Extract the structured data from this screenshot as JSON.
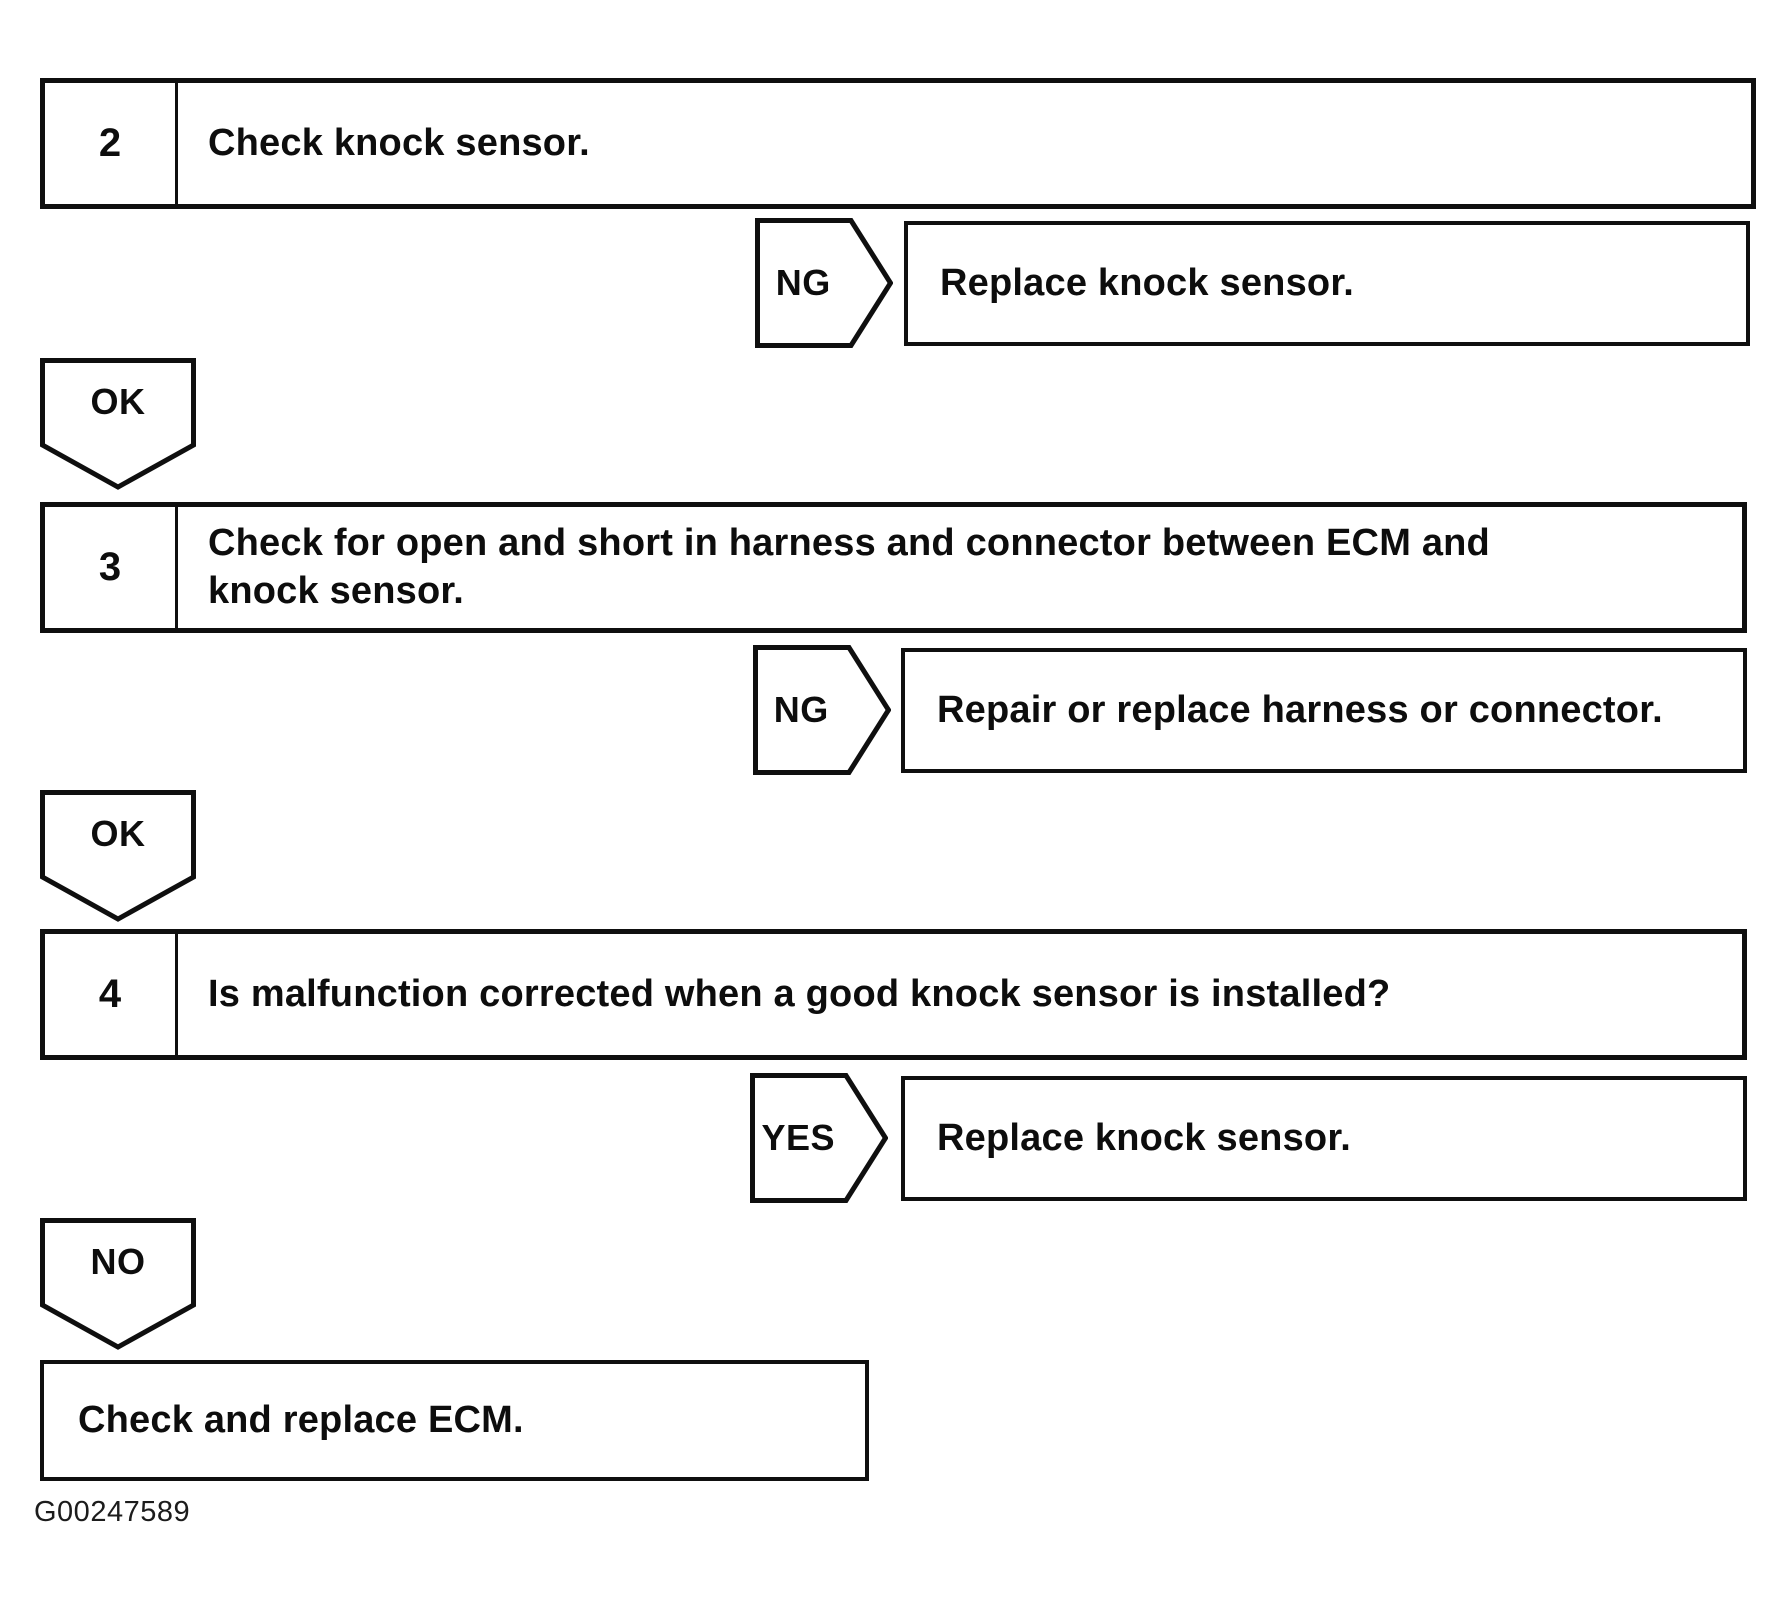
{
  "flow": {
    "steps": [
      {
        "number": "2",
        "text": "Check knock sensor."
      },
      {
        "number": "3",
        "text": "Check for open and short in harness and connector between ECM and knock sensor."
      },
      {
        "number": "4",
        "text": "Is malfunction corrected when a good knock sensor is installed?"
      }
    ],
    "branches": [
      {
        "label": "NG",
        "result": "Replace knock sensor."
      },
      {
        "label": "NG",
        "result": "Repair or replace harness or connector."
      },
      {
        "label": "YES",
        "result": "Replace knock sensor."
      }
    ],
    "connectors": [
      {
        "label": "OK"
      },
      {
        "label": "OK"
      },
      {
        "label": "NO"
      }
    ],
    "terminal": {
      "text": "Check and replace ECM."
    },
    "caption": "G00247589",
    "colors": {
      "line": "#0f0f0f",
      "background": "#ffffff"
    }
  }
}
